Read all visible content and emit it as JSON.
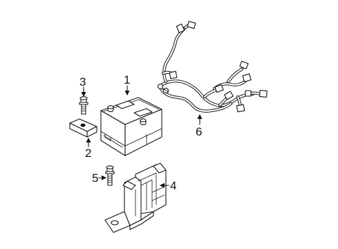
{
  "diagram": {
    "type": "exploded-parts-diagram",
    "callouts": [
      {
        "id": "1",
        "label": "1"
      },
      {
        "id": "2",
        "label": "2"
      },
      {
        "id": "3",
        "label": "3"
      },
      {
        "id": "4",
        "label": "4"
      },
      {
        "id": "5",
        "label": "5"
      },
      {
        "id": "6",
        "label": "6"
      }
    ],
    "parts": [
      {
        "callout": "1",
        "icon": "battery-icon"
      },
      {
        "callout": "2",
        "icon": "hold-down-clamp-icon"
      },
      {
        "callout": "3",
        "icon": "bolt-icon"
      },
      {
        "callout": "4",
        "icon": "battery-tray-icon"
      },
      {
        "callout": "5",
        "icon": "bolt-icon"
      },
      {
        "callout": "6",
        "icon": "wiring-harness-icon"
      }
    ]
  }
}
